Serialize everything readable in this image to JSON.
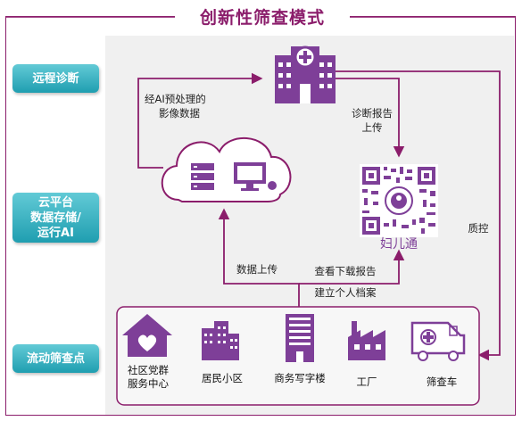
{
  "title": "创新性筛查模式",
  "side_labels": {
    "remote": "远程诊断",
    "cloud_line1": "云平台",
    "cloud_line2": "数据存储/",
    "cloud_line3": "运行AI",
    "mobile": "流动筛查点"
  },
  "edges": {
    "ai_preprocessed_line1": "经AI预处理的",
    "ai_preprocessed_line2": "影像数据",
    "upload_report_line1": "诊断报告",
    "upload_report_line2": "上传",
    "quality_control": "质控",
    "data_upload": "数据上传",
    "view_download": "查看下载报告",
    "create_profile": "建立个人档案"
  },
  "qr_app_name": "妇儿通",
  "screening_points": [
    {
      "label_line1": "社区党群",
      "label_line2": "服务中心",
      "icon": "community-house-icon"
    },
    {
      "label_line1": "居民小区",
      "label_line2": "",
      "icon": "residential-buildings-icon"
    },
    {
      "label_line1": "商务写字楼",
      "label_line2": "",
      "icon": "office-building-icon"
    },
    {
      "label_line1": "工厂",
      "label_line2": "",
      "icon": "factory-icon"
    },
    {
      "label_line1": "筛查车",
      "label_line2": "",
      "icon": "screening-vehicle-icon"
    }
  ],
  "colors": {
    "purple": "#8b1d6b",
    "icon_purple": "#7e3f98",
    "teal": "#1f9eb0"
  }
}
